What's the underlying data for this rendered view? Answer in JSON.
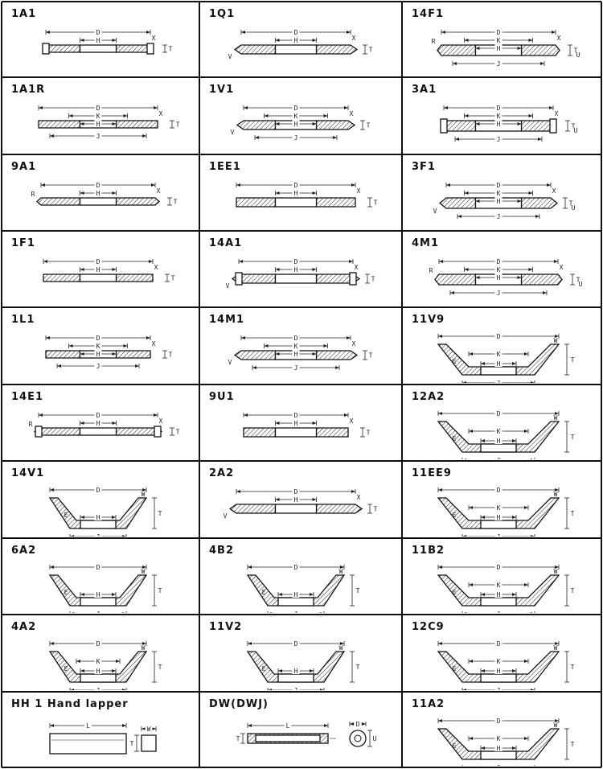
{
  "rows": [
    [
      "1A1",
      "1Q1",
      "14F1"
    ],
    [
      "1A1R",
      "1V1",
      "3A1"
    ],
    [
      "9A1",
      "1EE1",
      "3F1"
    ],
    [
      "1F1",
      "14A1",
      "4M1"
    ],
    [
      "1L1",
      "14M1",
      "11V9"
    ],
    [
      "14E1",
      "9U1",
      "12A2"
    ],
    [
      "14V1",
      "2A2",
      "11EE9"
    ],
    [
      "6A2",
      "4B2",
      "11B2"
    ],
    [
      "4A2",
      "11V2",
      "12C9"
    ],
    [
      "HH 1  Hand lapper",
      "DW(DWJ)",
      "11A2"
    ]
  ],
  "dim_labels": {
    "D": "D",
    "H": "H",
    "K": "K",
    "J": "J",
    "X": "X",
    "T": "T",
    "U": "U",
    "W": "W",
    "E": "E",
    "R": "R",
    "V": "V",
    "L": "L"
  }
}
